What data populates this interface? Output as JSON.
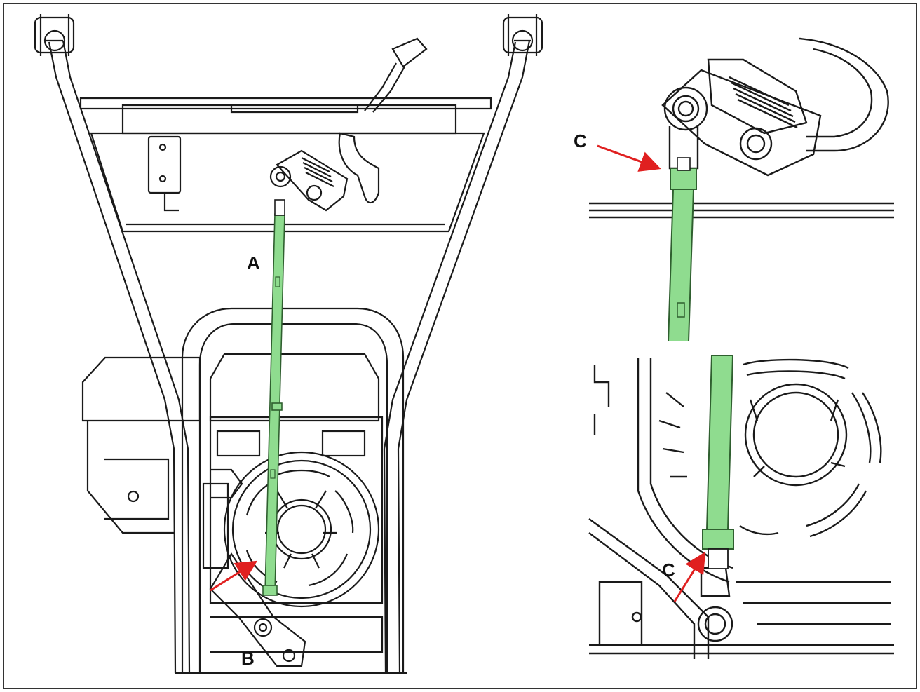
{
  "diagram": {
    "callouts": {
      "a": "A",
      "b": "B",
      "c_top": "C",
      "c_bottom": "C"
    },
    "colors": {
      "rod": "#8fdc8f",
      "rod_outline": "#2f5f2f",
      "arrow": "#e02020",
      "line": "#1a1a1a",
      "frame_border": "#333333"
    }
  }
}
